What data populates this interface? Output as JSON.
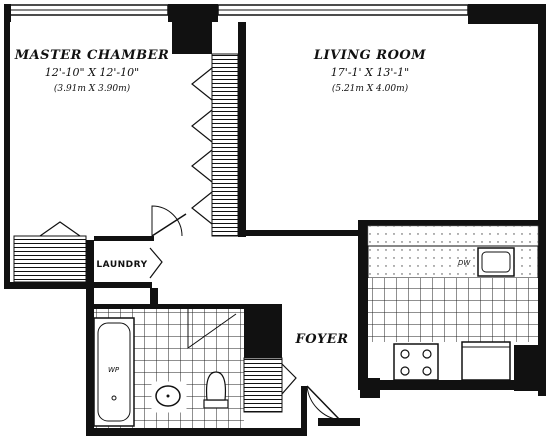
{
  "rooms": {
    "master": {
      "name": "MASTER CHAMBER",
      "dim_imperial": "12'-10\" X 12'-10\"",
      "dim_metric": "(3.91m X 3.90m)"
    },
    "living": {
      "name": "LIVING ROOM",
      "dim_imperial": "17'-1' X 13'-1\"",
      "dim_metric": "(5.21m X 4.00m)"
    },
    "laundry": {
      "name": "LAUNDRY"
    },
    "foyer": {
      "name": "FOYER"
    }
  },
  "fixtures": {
    "tub_tag": "WP",
    "dishwasher_tag": "DW"
  },
  "colors": {
    "wall": "#111111",
    "background": "#ffffff",
    "line": "#222222"
  }
}
